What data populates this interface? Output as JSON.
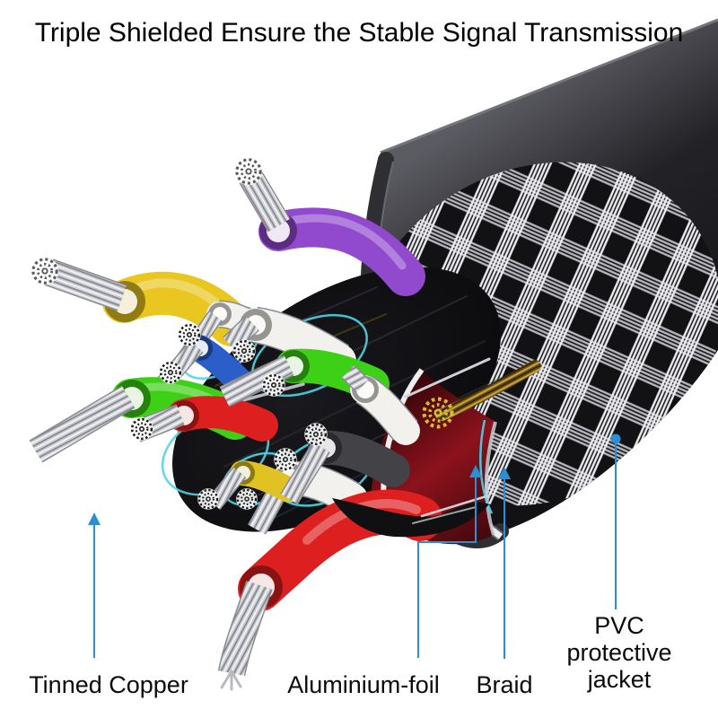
{
  "title": "Triple Shielded Ensure the Stable Signal Transmission",
  "labels": {
    "tinned_copper": "Tinned Copper",
    "aluminium_foil": "Aluminium-foil",
    "braid": "Braid",
    "pvc_jacket": "PVC protective\njacket"
  },
  "colors": {
    "leader_line": "#2b8fd6",
    "jacket_black": "#141416",
    "braid_silver": "#ebebf0",
    "foil_maroon": "#7a1118",
    "tinned_copper_silver": "#ccced3",
    "pair_outline_cyan": "#4fd4e8",
    "drain_gold": "#d8b838",
    "wire_purple": "#9149ce",
    "wire_yellow": "#e9c620",
    "wire_green": "#3ecf17",
    "wire_blue": "#2b5ec9",
    "wire_red": "#dd1f1f",
    "wire_white": "#f2f1ed",
    "wire_gray": "#434347",
    "wire_yellow_small": "#e0c322"
  }
}
